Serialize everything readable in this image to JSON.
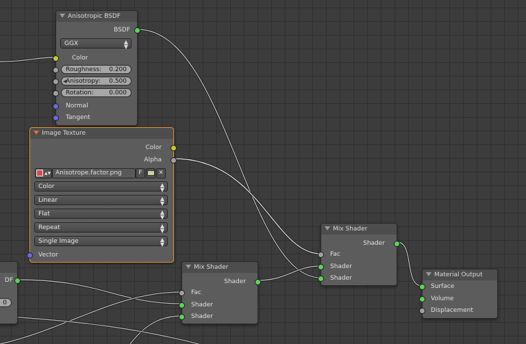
{
  "nodes": {
    "anisotropic": {
      "title": "Anisotropic BSDF",
      "output_bsdf": "BSDF",
      "distribution": "GGX",
      "input_color": "Color",
      "roughness_label": "Roughness:",
      "roughness_value": "0.200",
      "anisotropy_label": "Anisotropy:",
      "anisotropy_value": "0.500",
      "rotation_label": "Rotation:",
      "rotation_value": "0.000",
      "input_normal": "Normal",
      "input_tangent": "Tangent"
    },
    "image_texture": {
      "title": "Image Texture",
      "output_color": "Color",
      "output_alpha": "Alpha",
      "image_name": "Anisotrope.factor.png",
      "fake_user_label": "F",
      "color_space": "Color",
      "interpolation": "Linear",
      "projection": "Flat",
      "extension": "Repeat",
      "source": "Single Image",
      "input_vector": "Vector"
    },
    "mix_shader_1": {
      "title": "Mix Shader",
      "output_shader": "Shader",
      "input_fac": "Fac",
      "input_shader_a": "Shader",
      "input_shader_b": "Shader"
    },
    "mix_shader_2": {
      "title": "Mix Shader",
      "output_shader": "Shader",
      "input_fac": "Fac",
      "input_shader_a": "Shader",
      "input_shader_b": "Shader"
    },
    "material_output": {
      "title": "Material Output",
      "input_surface": "Surface",
      "input_volume": "Volume",
      "input_displacement": "Displacement"
    },
    "left_partial": {
      "output_fragment": "DF",
      "field_fragment": "0"
    }
  },
  "colors": {
    "shader_socket": "#5bd454",
    "color_socket": "#c8c82e",
    "value_socket": "#a1a1a1",
    "vector_socket": "#6a6ae0",
    "active_outline": "#e7902b"
  }
}
